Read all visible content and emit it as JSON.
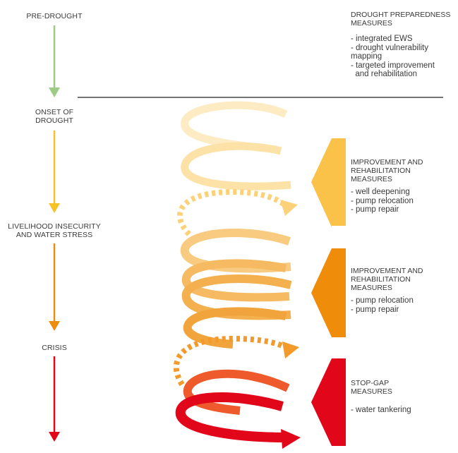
{
  "stages": {
    "pre_drought": "PRE-DROUGHT",
    "onset_line1": "ONSET OF",
    "onset_line2": "DROUGHT",
    "livelihood_line1": "LIVELIHOOD INSECURITY",
    "livelihood_line2": "AND WATER STRESS",
    "crisis": "CRISIS"
  },
  "preparedness": {
    "title_line1": "DROUGHT PREPAREDNESS",
    "title_line2": "MEASURES",
    "items": [
      "- integrated EWS",
      "- drought vulnerability",
      "mapping",
      "- targeted improvement",
      "  and rehabilitation"
    ]
  },
  "measures_1": {
    "title_line1": "IMPROVEMENT AND",
    "title_line2": "REHABILITATION",
    "title_line3": "MEASURES",
    "items": [
      "- well deepening",
      "- pump relocation",
      "- pump repair"
    ]
  },
  "measures_2": {
    "title_line1": "IMPROVEMENT AND",
    "title_line2": "REHABILITATION",
    "title_line3": "MEASURES",
    "items": [
      "- pump relocation",
      "- pump repair"
    ]
  },
  "measures_3": {
    "title_line1": "STOP-GAP",
    "title_line2": "MEASURES",
    "items": [
      "- water tankering"
    ]
  },
  "colors": {
    "green": "#9ccc85",
    "yellow": "#f6c225",
    "orange": "#ee8c10",
    "red": "#e2061b",
    "pale_yellow": "#fde5b0",
    "light_orange": "#f8c778",
    "mid_orange": "#f2a43c",
    "text": "#3a3a3a"
  }
}
